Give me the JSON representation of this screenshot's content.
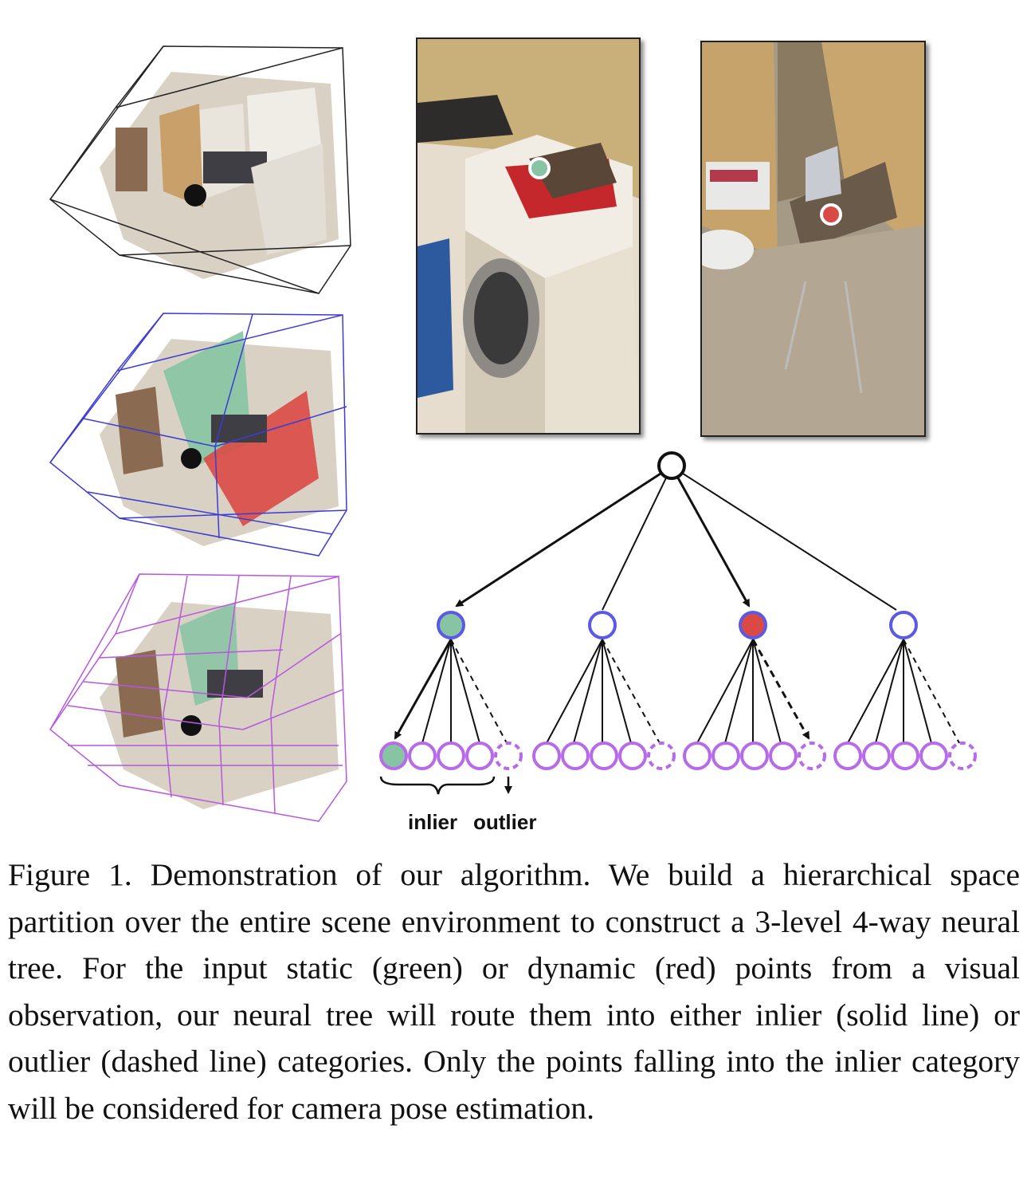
{
  "figure": {
    "label_inlier": "inlier",
    "label_outlier": "outlier",
    "colors": {
      "static_point": "#86c4a3",
      "dynamic_point": "#d94a45",
      "level1_partition": "#3b3bd6",
      "level2_partition": "#b657e0",
      "tree_mid_node": "#5a5ae6",
      "tree_leaf_node": "#b86be8"
    }
  },
  "caption": {
    "text": "Figure 1. Demonstration of our algorithm. We build a hierarchical space partition over the entire scene environment to construct a 3-level 4-way neural tree. For the input static (green) or dynamic (red) points from a visual observation, our neural tree will route them into either inlier (solid line) or outlier (dashed line) categories. Only the points falling into the inlier category will be considered for camera pose estimation."
  }
}
